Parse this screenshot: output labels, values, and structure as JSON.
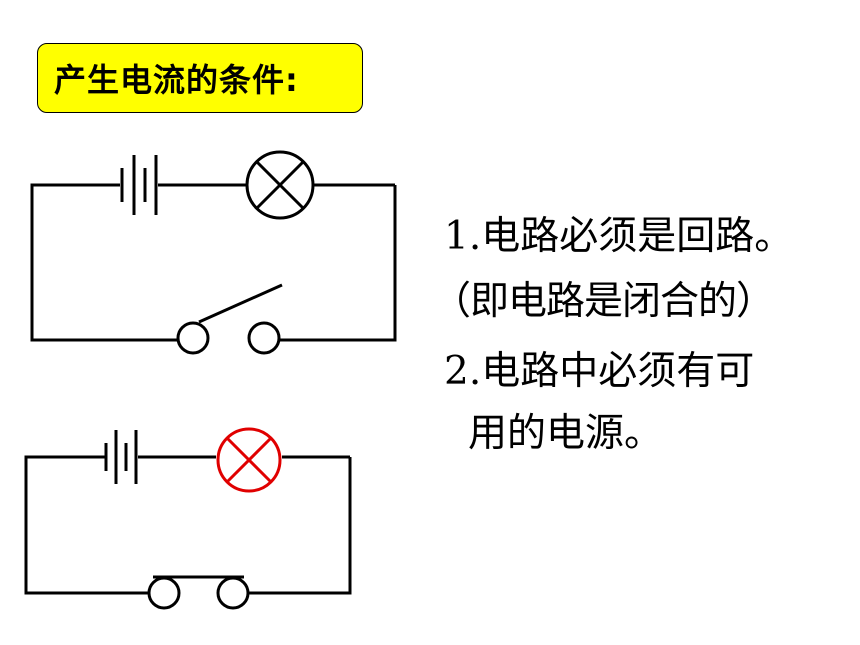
{
  "title": "产生电流的条件:",
  "conditions": [
    {
      "line1": "1.电路必须是回路。",
      "line2": "（即电路是闭合的）"
    },
    {
      "line1": "2.电路中必须有可",
      "line2": "用的电源。"
    }
  ],
  "colors": {
    "title_background": "#ffff00",
    "wire": "#000000",
    "lit_bulb": "#e00000"
  },
  "icons": {
    "battery": "battery-icon",
    "bulb": "lamp-icon",
    "switch_open": "open-switch-icon",
    "switch_closed": "closed-switch-icon"
  }
}
